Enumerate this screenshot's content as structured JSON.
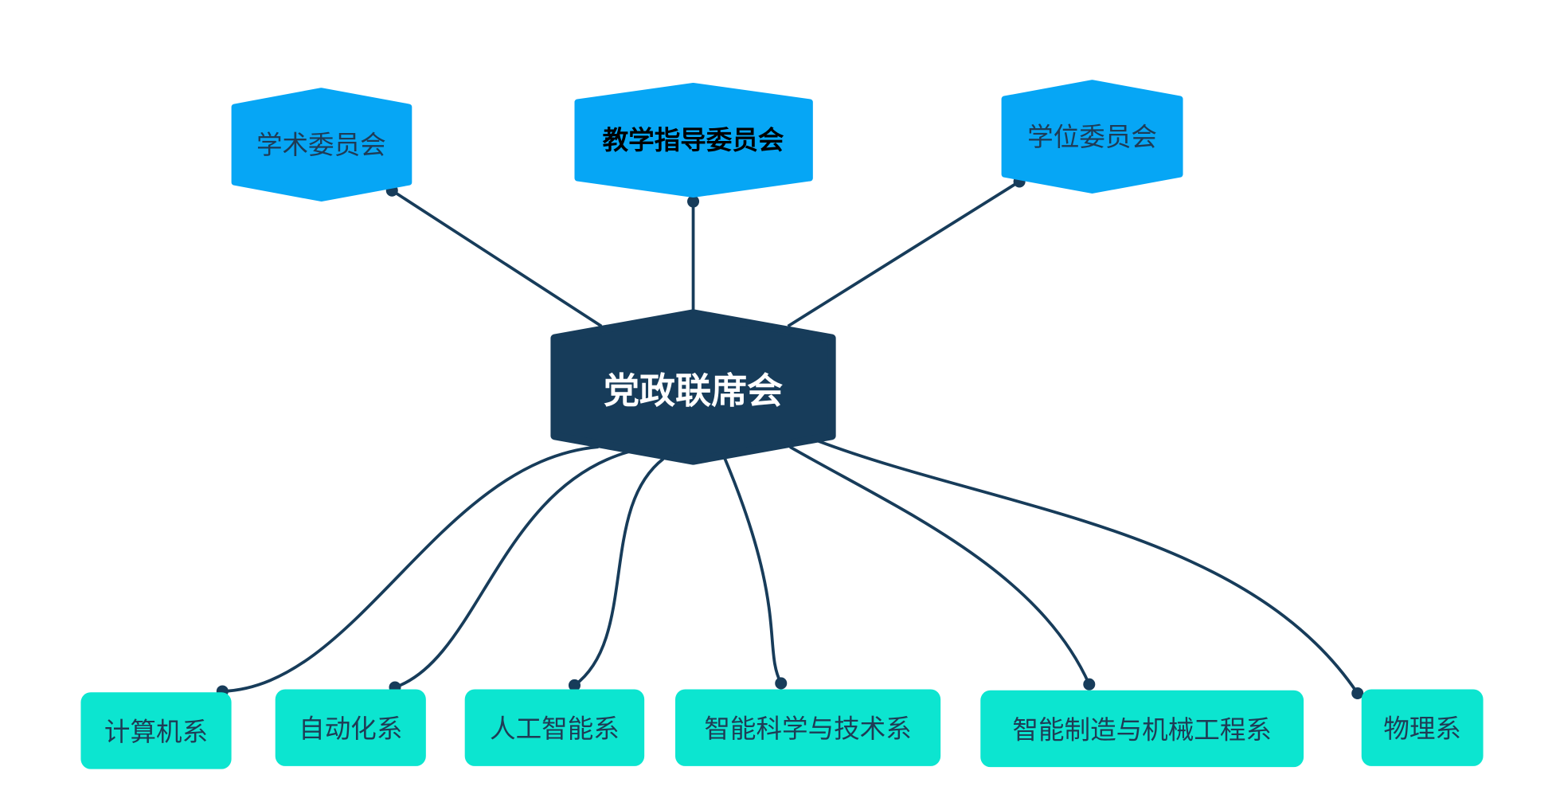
{
  "colors": {
    "committee_fill": "#06A6F5",
    "center_fill": "#173C5A",
    "department_fill": "#0CE5D0",
    "line": "#173C5A",
    "dark_text": "#1F3B55",
    "center_text": "#FFFFFF"
  },
  "center": {
    "label": "党政联席会"
  },
  "committees": [
    {
      "label": "学术委员会"
    },
    {
      "label": "教学指导委员会"
    },
    {
      "label": "学位委员会"
    }
  ],
  "departments": [
    {
      "label": "计算机系"
    },
    {
      "label": "自动化系"
    },
    {
      "label": "人工智能系"
    },
    {
      "label": "智能科学与技术系"
    },
    {
      "label": "智能制造与机械工程系"
    },
    {
      "label": "物理系"
    }
  ]
}
